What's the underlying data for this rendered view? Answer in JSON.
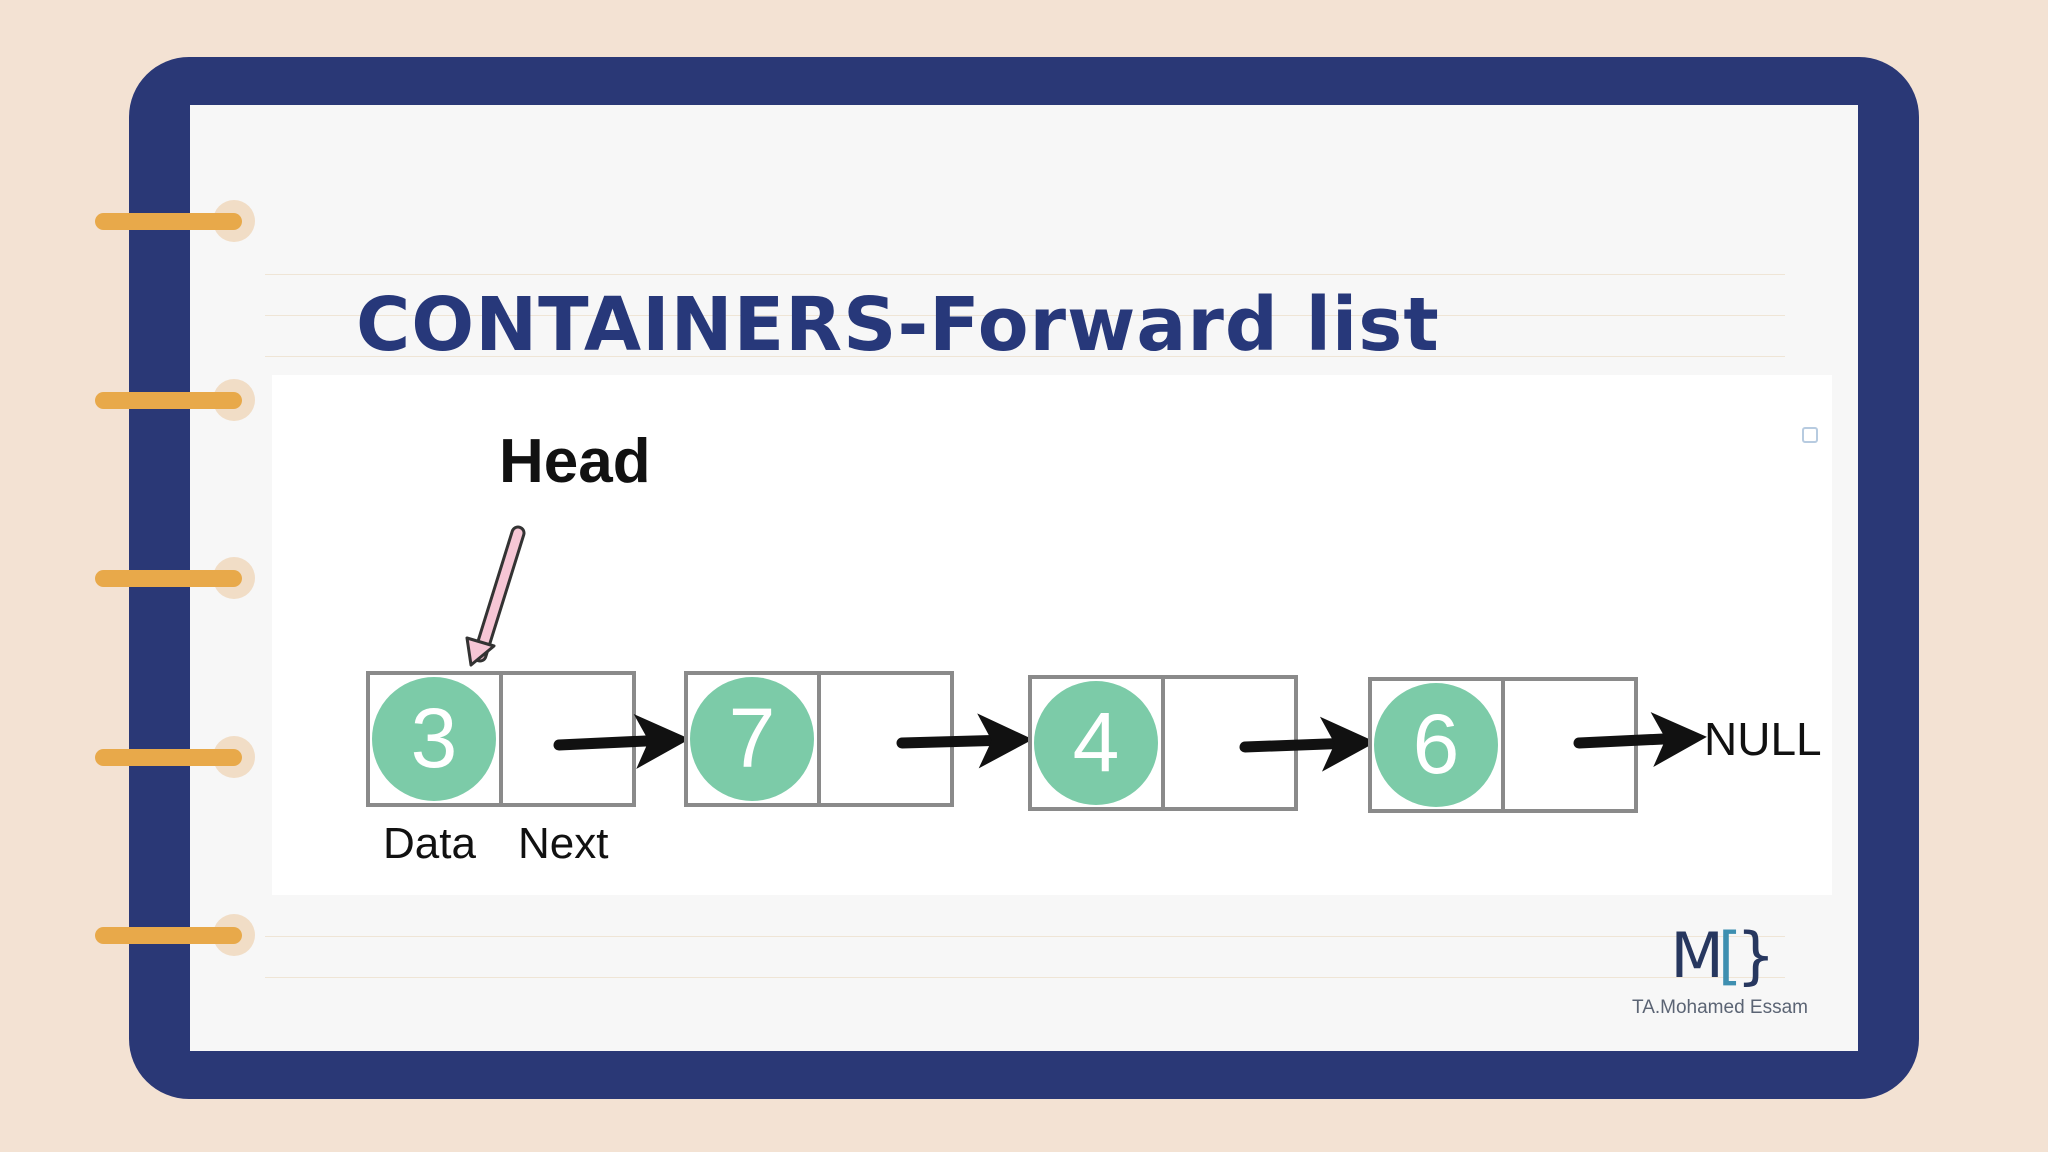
{
  "title": "CONTAINERS-Forward list",
  "diagram": {
    "head_label": "Head",
    "nodes": [
      {
        "value": "3"
      },
      {
        "value": "7"
      },
      {
        "value": "4"
      },
      {
        "value": "6"
      }
    ],
    "data_label": "Data",
    "next_label": "Next",
    "null_label": "NULL",
    "node_color": "#7ccba8",
    "head_arrow_color": "#f6c6d5"
  },
  "logo": {
    "mark_left": "M",
    "mark_right": "}",
    "caption": "TA.Mohamed Essam"
  },
  "colors": {
    "background": "#f3e2d3",
    "binder": "#2a3876",
    "page": "#f7f7f7",
    "ring": "#e8a94a",
    "title": "#27387a"
  }
}
